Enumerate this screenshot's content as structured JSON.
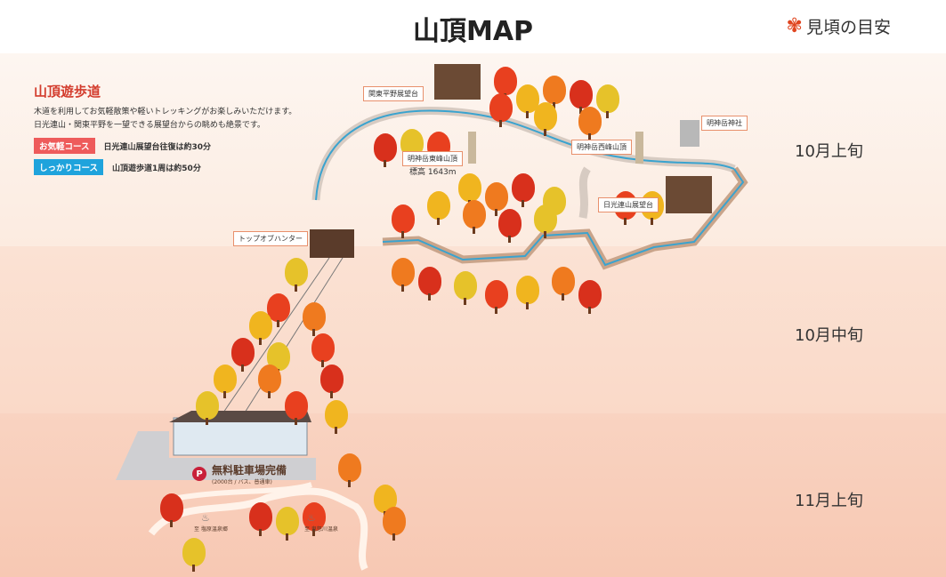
{
  "header": {
    "title": "山頂MAP",
    "legend_label": "見頃の目安"
  },
  "periods": [
    "10月上旬",
    "10月中旬",
    "11月上旬"
  ],
  "info": {
    "title": "山頂遊歩道",
    "desc1": "木道を利用してお気軽散策や軽いトレッキングがお楽しみいただけます。",
    "desc2": "日光連山・関東平野を一望できる展望台からの眺めも絶景です。",
    "courses": [
      {
        "tag": "お気軽コース",
        "text": "日光連山展望台往復は約30分",
        "color": "#ee5b5b"
      },
      {
        "tag": "しっかりコース",
        "text": "山頂遊歩道1周は約50分",
        "color": "#1fa3dc"
      }
    ]
  },
  "map": {
    "kanto": "関東平野展望台",
    "east_peak": "明神岳東峰山頂",
    "altitude": "標高 1643m",
    "west_peak": "明神岳西峰山頂",
    "shrine": "明神岳神社",
    "nikko": "日光連山展望台",
    "top_station": "トップオブハンター",
    "parking": "無料駐車場完備",
    "parking_sub": "(2000台 / バス、普通車)",
    "parking_icon": "P",
    "to_shiobara": "至 塩原温泉郷",
    "to_kinugawa": "至 鬼怒川温泉"
  }
}
